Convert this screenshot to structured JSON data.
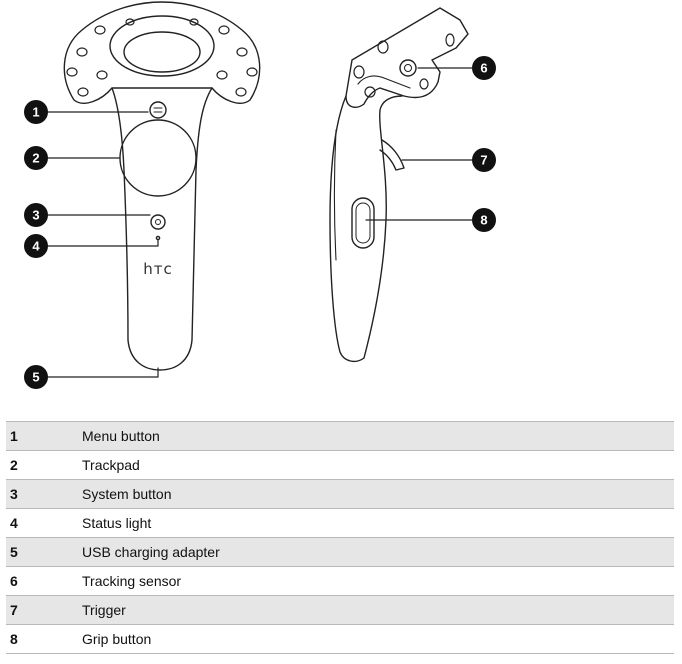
{
  "brand": "hтc",
  "callouts": [
    "1",
    "2",
    "3",
    "4",
    "5",
    "6",
    "7",
    "8"
  ],
  "parts": [
    {
      "num": "1",
      "label": "Menu button"
    },
    {
      "num": "2",
      "label": "Trackpad"
    },
    {
      "num": "3",
      "label": "System button"
    },
    {
      "num": "4",
      "label": "Status light"
    },
    {
      "num": "5",
      "label": "USB charging adapter"
    },
    {
      "num": "6",
      "label": "Tracking sensor"
    },
    {
      "num": "7",
      "label": "Trigger"
    },
    {
      "num": "8",
      "label": "Grip button"
    }
  ],
  "colors": {
    "line": "#222222",
    "row_shade": "#e6e6e6",
    "row_border": "#b9b9b9"
  }
}
